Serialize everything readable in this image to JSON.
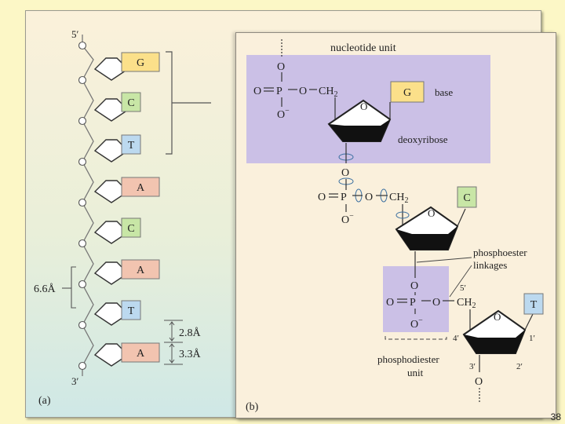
{
  "page_number": "38",
  "panel_a": {
    "label": "(a)",
    "five_prime": "5′",
    "three_prime": "3′",
    "bases": [
      "G",
      "C",
      "T",
      "A",
      "C",
      "A",
      "T",
      "A"
    ],
    "rise_label": "6.6Å",
    "spacing_labels": [
      "2.8Å",
      "3.3Å"
    ]
  },
  "panel_b": {
    "label": "(b)",
    "nucleotide_unit": "nucleotide unit",
    "base_label": "base",
    "deoxyribose_label": "deoxyribose",
    "phosphoester_label": "phosphoester",
    "linkages_label": "linkages",
    "phosphodiester_label": "phosphodiester",
    "unit_label": "unit",
    "bases": [
      "G",
      "C",
      "T"
    ],
    "chem": {
      "O": "O",
      "P": "P",
      "O_minus": "O",
      "minus": "−",
      "ch2": "CH",
      "sub2": "2",
      "double_o": "O"
    },
    "positions": [
      "5′",
      "4′",
      "3′",
      "1′",
      "2′"
    ]
  },
  "colors": {
    "G": "#fbe08a",
    "C": "#c8e6a6",
    "T": "#bcd9ef",
    "A": "#f2c4b0",
    "highlight": "#cbc0e6"
  }
}
